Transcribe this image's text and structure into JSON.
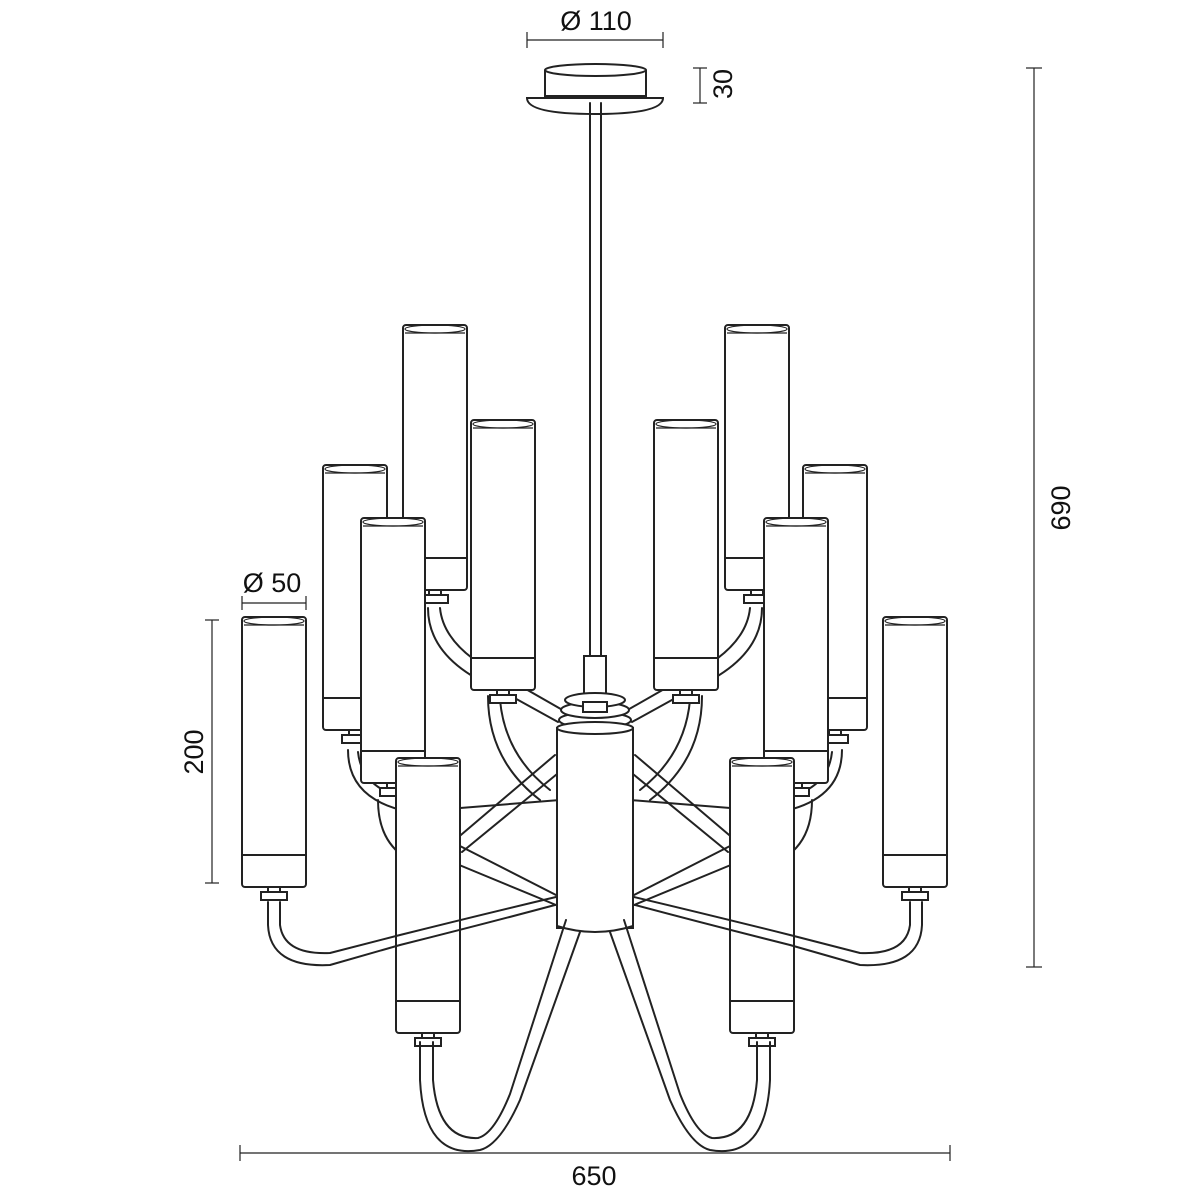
{
  "drawing": {
    "dimensions": {
      "canopy_diameter": "Ø 110",
      "canopy_height": "30",
      "overall_height": "690",
      "shade_diameter": "Ø 50",
      "shade_height": "200",
      "overall_width": "650"
    },
    "line_color": "#222222",
    "background": "#ffffff"
  }
}
